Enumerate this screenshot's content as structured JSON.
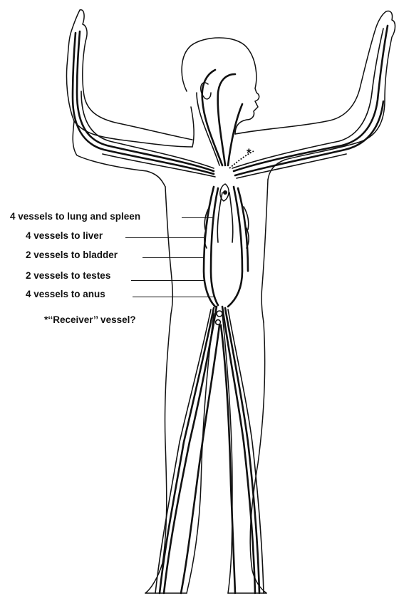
{
  "labels": {
    "lung_spleen": "4 vessels to lung and spleen",
    "liver": "4 vessels to liver",
    "bladder": "2 vessels to bladder",
    "testes": "2 vessels to testes",
    "anus": "4 vessels to anus",
    "receiver": "*‘‘Receiver’’ vessel?",
    "asterisk": "*"
  },
  "colors": {
    "ink": "#111111",
    "background": "#ffffff"
  }
}
